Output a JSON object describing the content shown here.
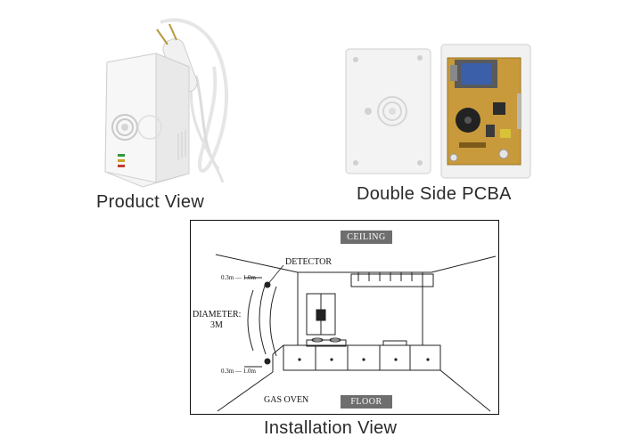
{
  "captions": {
    "product_view": "Product View",
    "pcba": "Double Side PCBA",
    "installation": "Installation View"
  },
  "diagram": {
    "ceiling": "CEILING",
    "floor": "FLOOR",
    "detector": "DETECTOR",
    "diameter": "DIAMETER:",
    "diameter_value": "3M",
    "gas_oven": "GAS OVEN",
    "dist_top": "0.3m — 1.0m",
    "dist_bottom": "0.3m — 1.0m"
  },
  "colors": {
    "device_body": "#f4f4f4",
    "pcb_board": "#c89a3c",
    "transformer_coil": "#3b5fa8",
    "tag_bg": "#6e6e6e"
  }
}
